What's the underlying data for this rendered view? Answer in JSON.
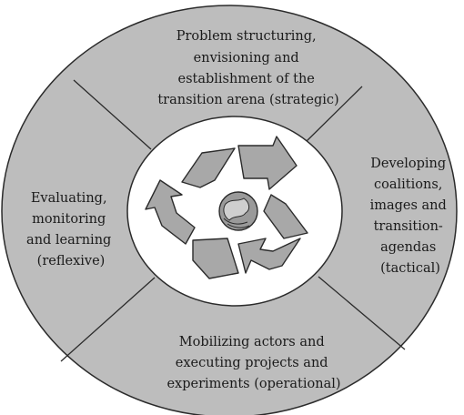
{
  "diagram": {
    "colors": {
      "ring": "#bdbdbd",
      "ring_stroke": "#2b2b2b",
      "inner": "#ffffff",
      "arrow_fill": "#a8a8a8",
      "arrow_stroke": "#2b2b2b",
      "globe": "#9a9a9a"
    },
    "center_icon": "recycle-arrows-with-globe-icon",
    "segments": {
      "top": {
        "lines": [
          "Problem structuring,",
          "envisioning and",
          "establishment of the",
          "transition arena (strategic)"
        ]
      },
      "right": {
        "lines": [
          "Developing",
          "coalitions,",
          "images and",
          "transition-",
          "agendas",
          "(tactical)"
        ]
      },
      "bottom": {
        "lines": [
          "Mobilizing actors and",
          "executing projects and",
          "experiments (operational)"
        ]
      },
      "left": {
        "lines": [
          "Evaluating,",
          "monitoring",
          "and learning",
          "(reflexive)"
        ]
      }
    }
  }
}
